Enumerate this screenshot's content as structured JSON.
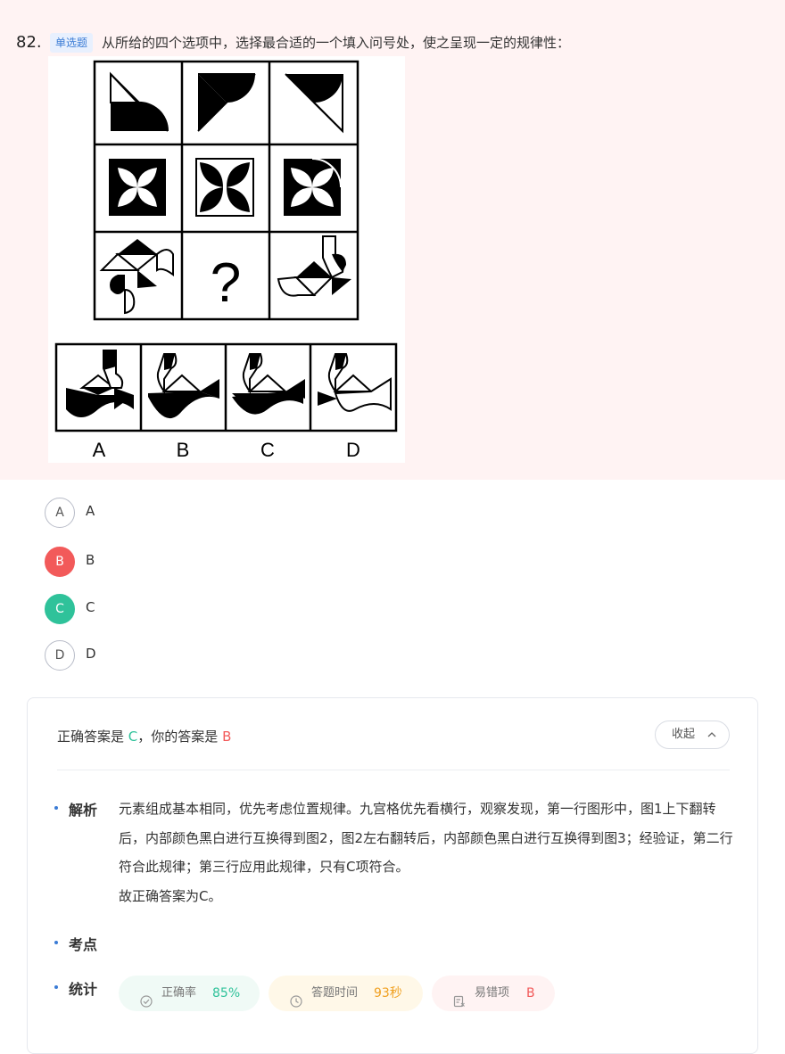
{
  "question": {
    "number": "82.",
    "type_tag": "单选题",
    "text": "从所给的四个选项中，选择最合适的一个填入问号处，使之呈现一定的规律性：",
    "figure": {
      "question_mark": "?",
      "option_letters": [
        "A",
        "B",
        "C",
        "D"
      ]
    }
  },
  "options": [
    {
      "letter": "A",
      "label": "A",
      "state": "normal"
    },
    {
      "letter": "B",
      "label": "B",
      "state": "wrong"
    },
    {
      "letter": "C",
      "label": "C",
      "state": "correct"
    },
    {
      "letter": "D",
      "label": "D",
      "state": "normal"
    }
  ],
  "answer_card": {
    "correct_prefix": "正确答案是",
    "correct_value": "C",
    "separator": "，",
    "yours_prefix": "你的答案是",
    "yours_value": "B",
    "collapse_label": "收起",
    "sections": {
      "analysis_title": "解析",
      "analysis_text_1": "元素组成基本相同，优先考虑位置规律。九宫格优先看横行，观察发现，第一行图形中，图1上下翻转后，内部颜色黑白进行互换得到图2，图2左右翻转后，内部颜色黑白进行互换得到图3；经验证，第二行符合此规律；第三行应用此规律，只有C项符合。",
      "analysis_text_2": "故正确答案为C。",
      "keypoint_title": "考点",
      "stats_title": "统计"
    },
    "stats": {
      "accuracy_label": "正确率",
      "accuracy_value": "85%",
      "time_label": "答题时间",
      "time_value": "93秒",
      "error_label": "易错项",
      "error_value": "B"
    }
  },
  "colors": {
    "question_bg": "#fff3f3",
    "correct": "#2fc29a",
    "wrong": "#f25a5a",
    "accent": "#3a7bd5",
    "time": "#f0a020"
  }
}
